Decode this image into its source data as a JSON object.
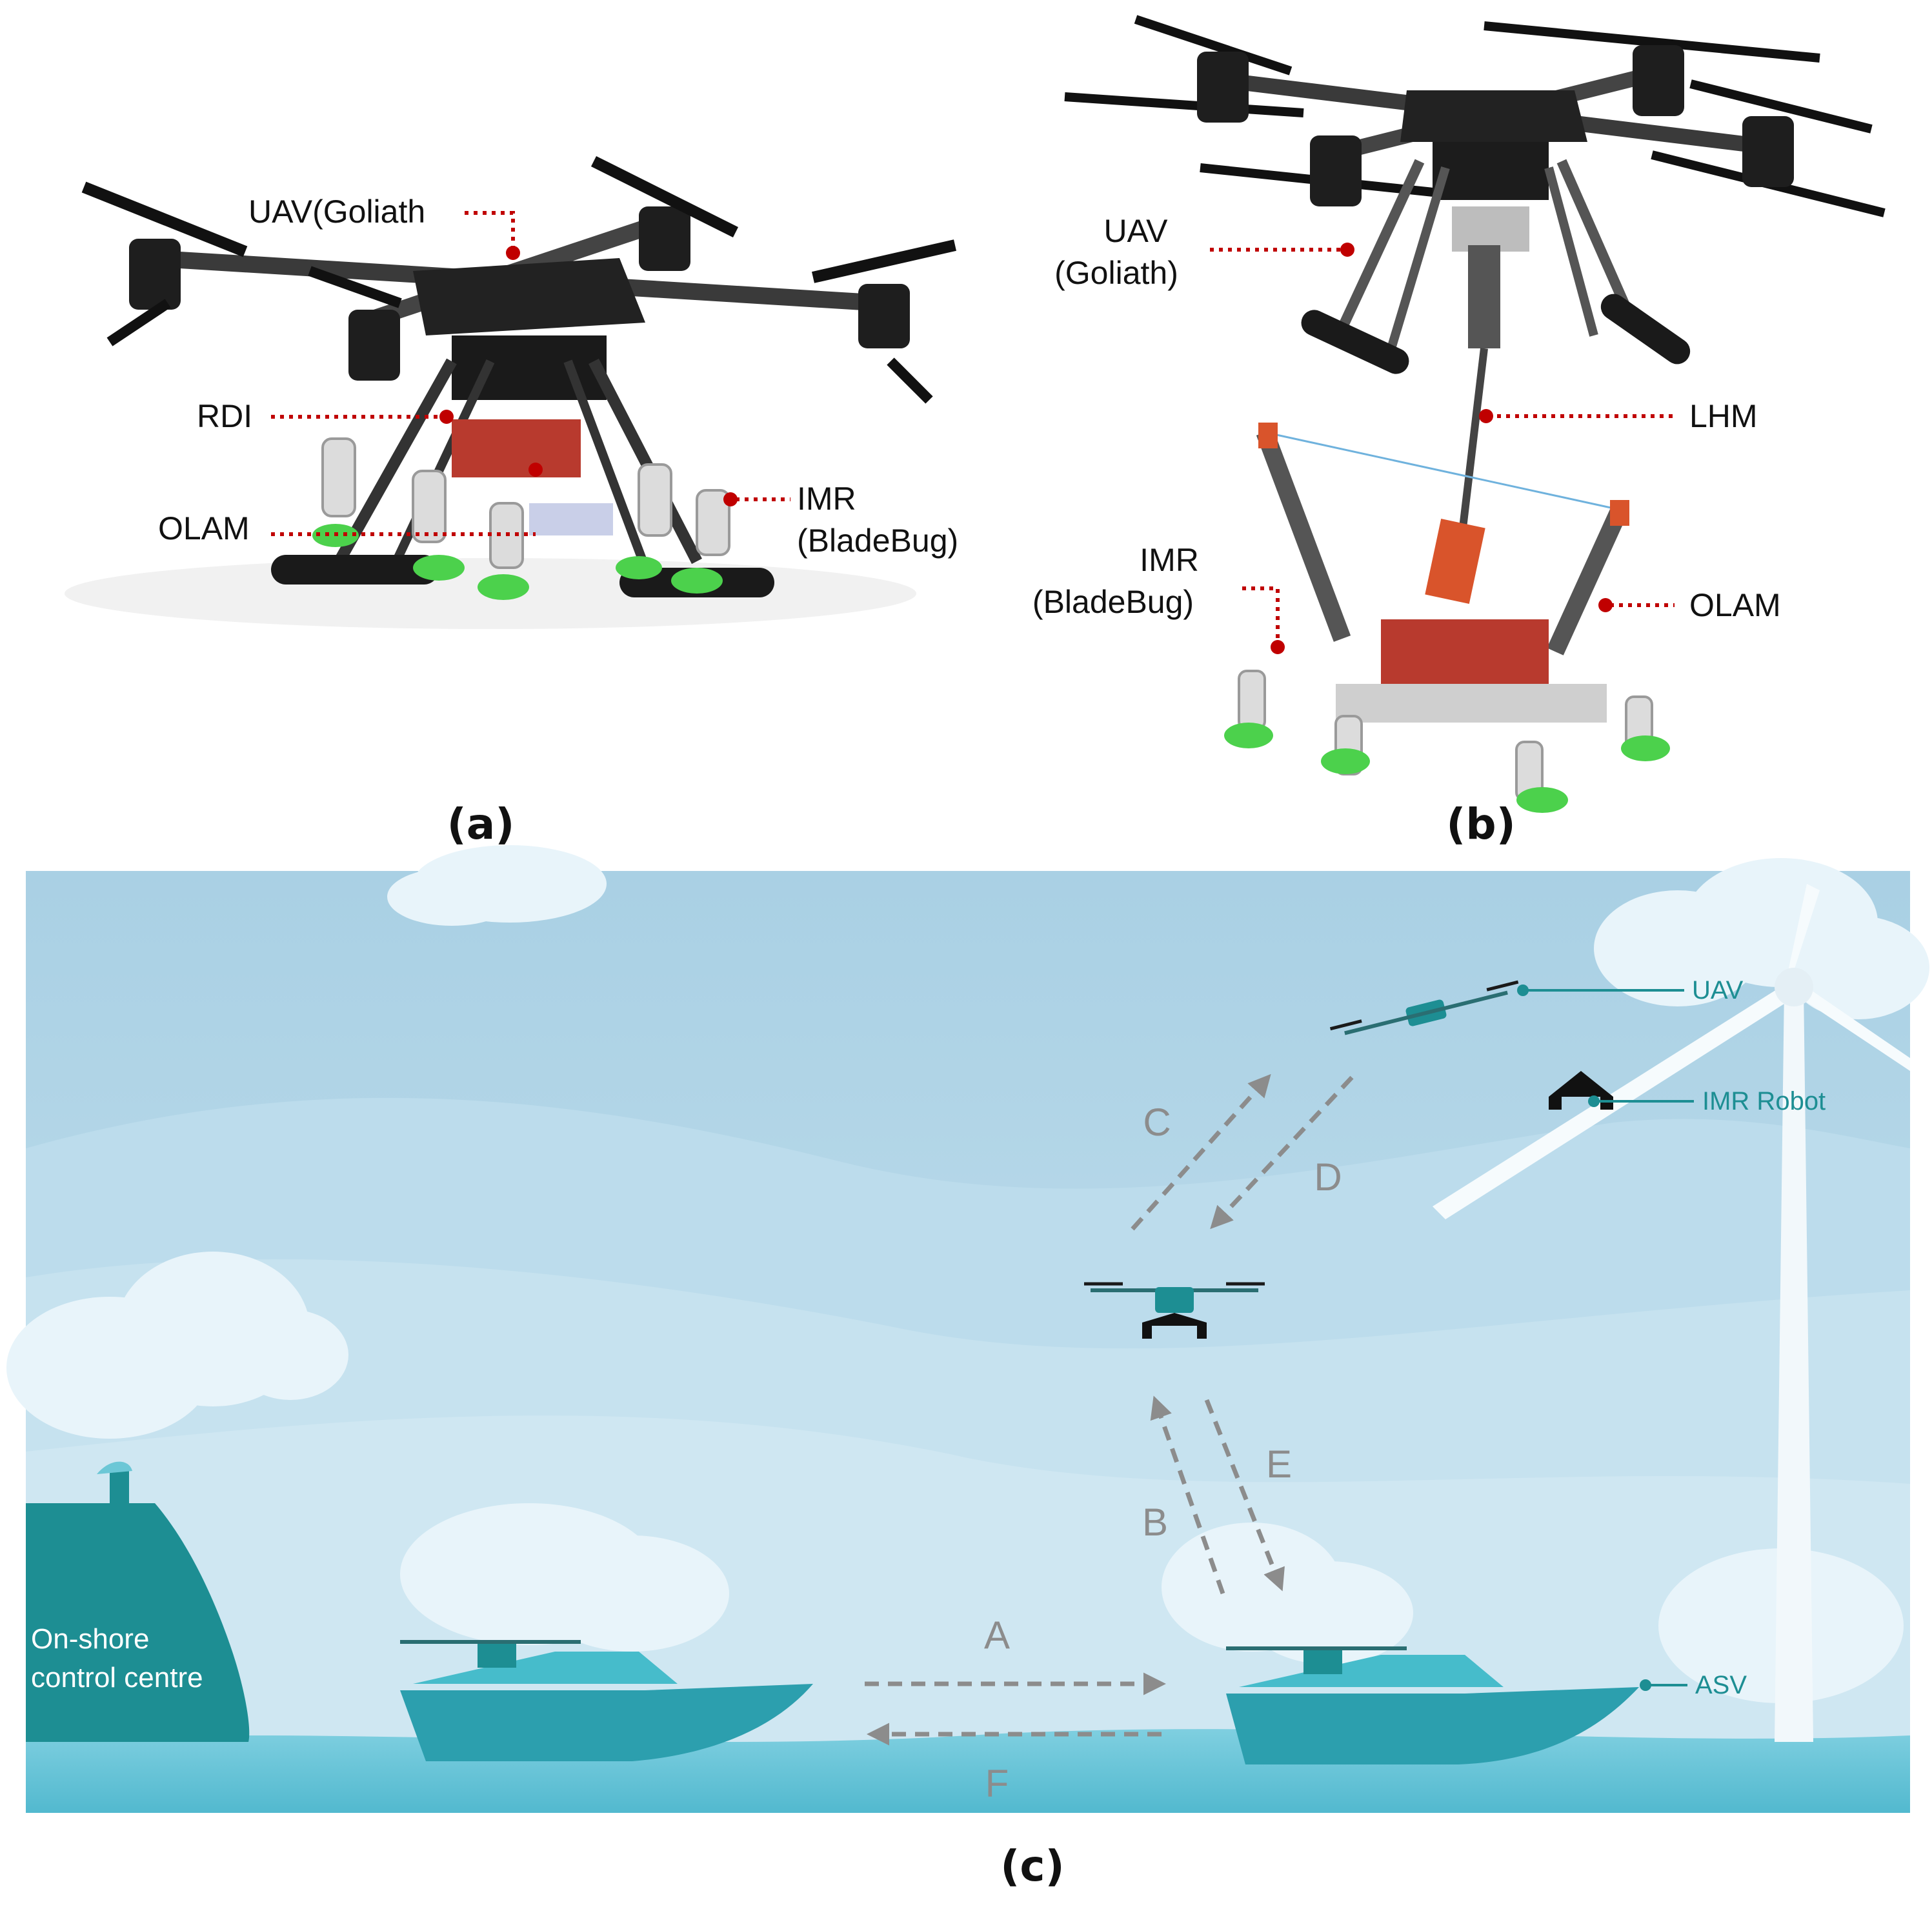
{
  "panel_a": {
    "caption": "(a)",
    "labels": {
      "uav": "UAV(Goliath",
      "rdi": "RDI",
      "olam": "OLAM",
      "imr_line1": "IMR",
      "imr_line2": "(BladeBug)"
    }
  },
  "panel_b": {
    "caption": "(b)",
    "labels": {
      "uav_line1": "UAV",
      "uav_line2": "(Goliath)",
      "lhm": "LHM",
      "imr_line1": "IMR",
      "imr_line2": "(BladeBug)",
      "olam": "OLAM"
    }
  },
  "panel_c": {
    "caption": "(c)",
    "arrows": {
      "a": "A",
      "b": "B",
      "c": "C",
      "d": "D",
      "e": "E",
      "f": "F"
    },
    "legend": {
      "uav": "UAV",
      "imr": "IMR Robot",
      "asv": "ASV"
    },
    "shore_line1": "On-shore",
    "shore_line2": "control centre",
    "colors": {
      "sky": "#b3d6e8",
      "sea": "#63c2d5",
      "teal": "#1d8e93",
      "boat": "#3fb7c8",
      "leader": "#c00000",
      "arrow": "#8c8c8c"
    }
  }
}
